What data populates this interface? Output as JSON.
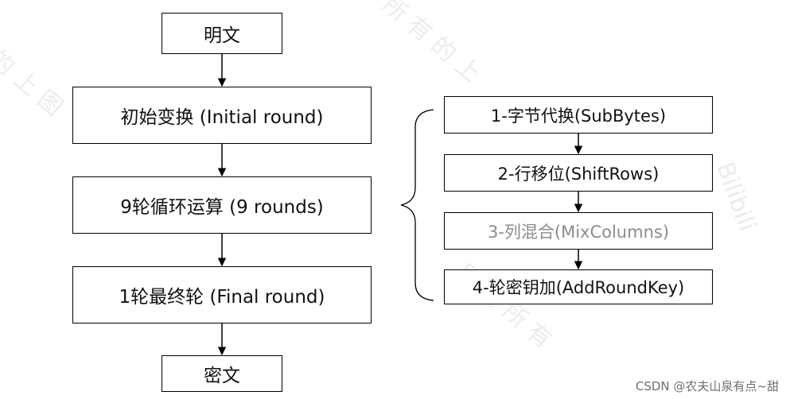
{
  "main_steps": [
    {
      "label": "明文"
    },
    {
      "label": "初始变换 (Initial round)"
    },
    {
      "label": "9轮循环运算 (9 rounds)"
    },
    {
      "label": "1轮最终轮 (Final round)"
    },
    {
      "label": "密文"
    }
  ],
  "round_steps": [
    {
      "label": "1-字节代换(SubBytes)"
    },
    {
      "label": "2-行移位(ShiftRows)"
    },
    {
      "label": "3-列混合(MixColumns)"
    },
    {
      "label": "4-轮密钥加(AddRoundKey)"
    }
  ],
  "watermark": {
    "credit": "CSDN @农夫山泉有点~甜"
  }
}
